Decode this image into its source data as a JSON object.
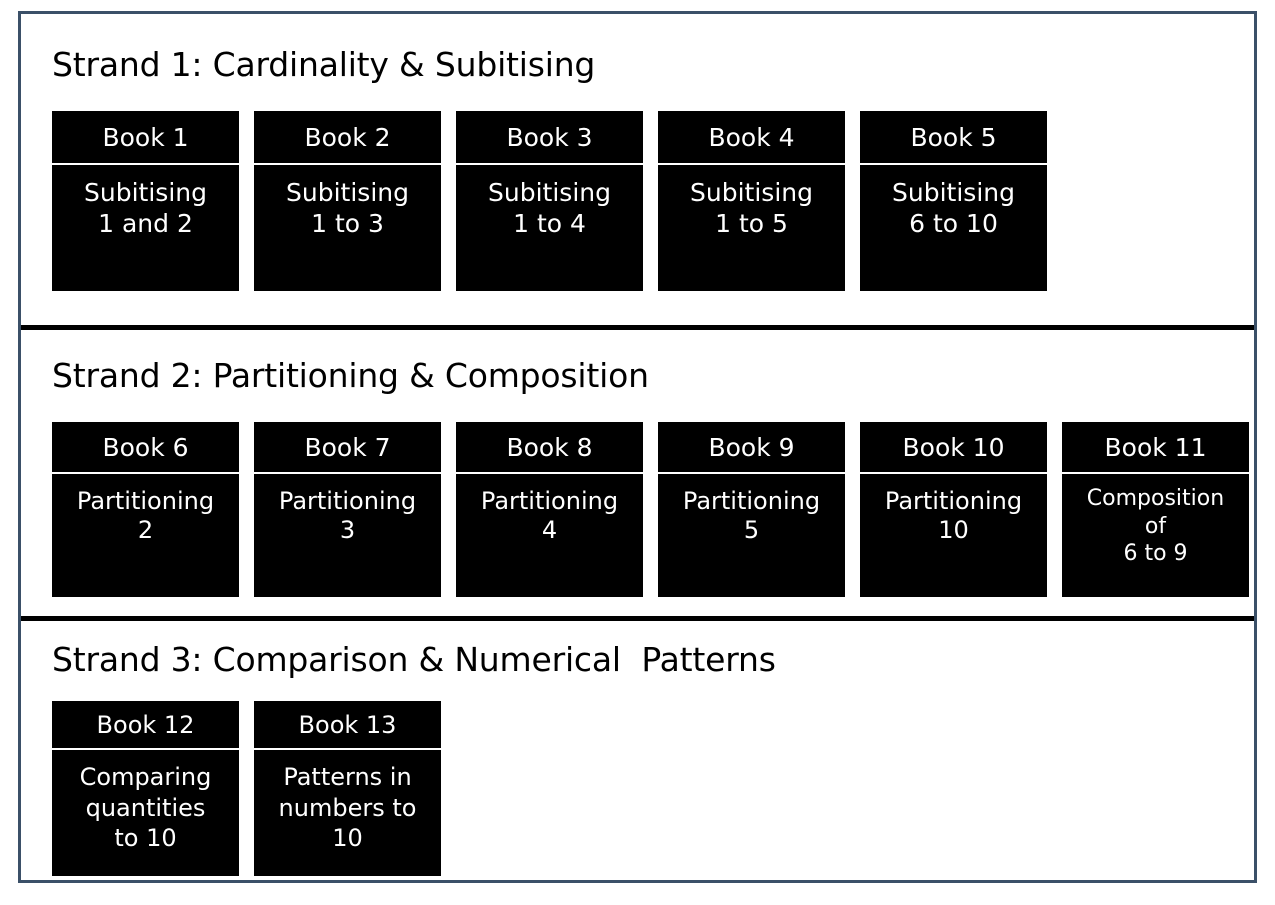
{
  "theme": {
    "frame_border_color": "#3b5068",
    "divider_color": "#000000",
    "card_bg": "#000000",
    "card_text": "#ffffff",
    "page_bg": "#ffffff"
  },
  "strands": [
    {
      "title": "Strand 1: Cardinality & Subitising",
      "books": [
        {
          "header": "Book 1",
          "body": "Subitising\n1 and 2"
        },
        {
          "header": "Book 2",
          "body": "Subitising\n1 to 3"
        },
        {
          "header": "Book 3",
          "body": "Subitising\n1 to 4"
        },
        {
          "header": "Book 4",
          "body": "Subitising\n1 to 5"
        },
        {
          "header": "Book 5",
          "body": "Subitising\n6 to 10"
        }
      ]
    },
    {
      "title": "Strand 2: Partitioning & Composition",
      "books": [
        {
          "header": "Book 6",
          "body": "Partitioning\n2"
        },
        {
          "header": "Book 7",
          "body": "Partitioning\n3"
        },
        {
          "header": "Book 8",
          "body": "Partitioning\n4"
        },
        {
          "header": "Book 9",
          "body": "Partitioning\n5"
        },
        {
          "header": "Book 10",
          "body": "Partitioning\n10"
        },
        {
          "header": "Book 11",
          "body": "Composition\nof\n6 to 9"
        }
      ]
    },
    {
      "title": "Strand 3: Comparison & Numerical  Patterns",
      "books": [
        {
          "header": "Book 12",
          "body": "Comparing\nquantities\nto 10"
        },
        {
          "header": "Book 13",
          "body": "Patterns in\nnumbers to\n10"
        }
      ]
    }
  ]
}
